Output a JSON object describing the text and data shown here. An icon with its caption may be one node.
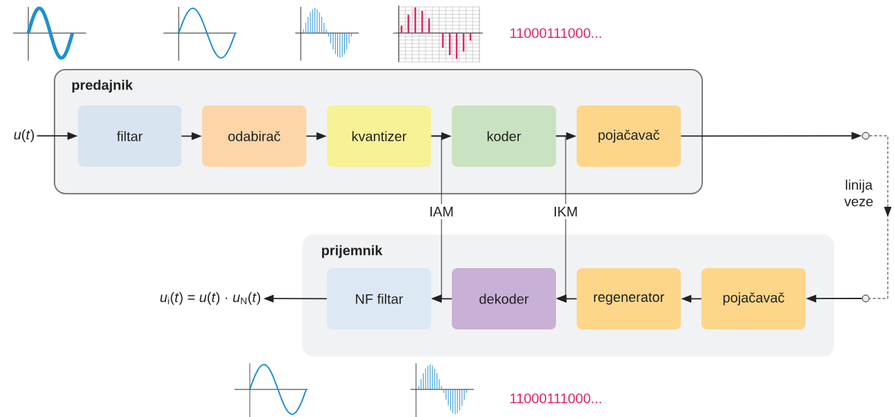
{
  "diagram": {
    "nodes": [
      {
        "text": [
          "predajnik"
        ]
      },
      {
        "text": [
          "filtar"
        ],
        "in": 0
      },
      {
        "text": [
          "odabirač"
        ],
        "in": 0
      },
      {
        "text": [
          "kvantizer"
        ],
        "in": 0
      },
      {
        "text": [
          "koder"
        ],
        "in": 0
      },
      {
        "text": [
          "pojačavač"
        ],
        "in": 0
      },
      {
        "text": [
          "prijemnik"
        ]
      },
      {
        "text": [
          "NF filtar"
        ],
        "in": 6
      },
      {
        "text": [
          "dekoder"
        ],
        "in": 6
      },
      {
        "text": [
          "regenerator"
        ],
        "in": 6
      },
      {
        "text": [
          "pojačavač"
        ],
        "in": 6
      },
      {
        "text": [
          "*u*(*t*)"
        ]
      },
      {
        "text": [
          "*u*$_{i}$(*t*) = *u*(*t*) · *u*$_{N}$(*t*)"
        ]
      },
      {
        "text": [],
        "shape": "circle"
      },
      {
        "text": [],
        "shape": "circle"
      }
    ],
    "edges": [
      {
        "from": 11,
        "to": 1,
        "arrow": "to"
      },
      {
        "from": 1,
        "to": 2,
        "arrow": "to"
      },
      {
        "from": 2,
        "to": 3,
        "arrow": "to"
      },
      {
        "from": 3,
        "to": 4,
        "arrow": "to"
      },
      {
        "from": 4,
        "to": 5,
        "arrow": "to"
      },
      {
        "from": 5,
        "to": 13,
        "arrow": "to"
      },
      {
        "from": 13,
        "to": 14,
        "arrow": "to",
        "label": "linija veze",
        "style": "dashed"
      },
      {
        "from": 14,
        "to": 10,
        "arrow": "to"
      },
      {
        "from": 10,
        "to": 9,
        "arrow": "to"
      },
      {
        "from": 9,
        "to": 8,
        "arrow": "to"
      },
      {
        "from": 8,
        "to": 7,
        "arrow": "to"
      },
      {
        "from": 7,
        "to": 12,
        "arrow": "to"
      },
      {
        "from": 3,
        "to": 7,
        "arrow": "to",
        "label": "IAM"
      },
      {
        "from": 4,
        "to": 8,
        "arrow": "to",
        "label": "IKM"
      }
    ],
    "labels": [
      "11000111000...",
      "11000111000..."
    ]
  }
}
